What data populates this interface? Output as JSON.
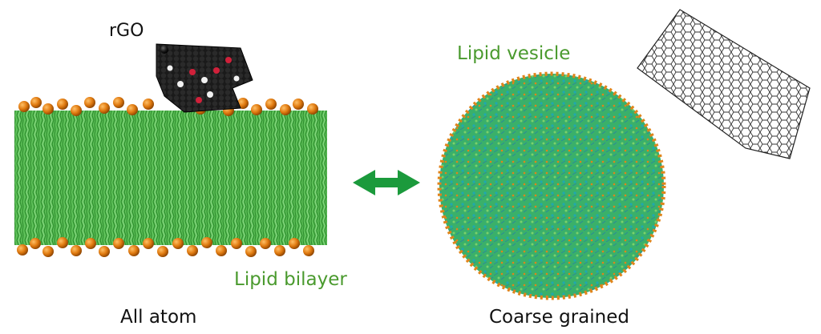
{
  "labels": {
    "rgo": "rGO",
    "lipid_vesicle": "Lipid vesicle",
    "lipid_bilayer": "Lipid bilayer",
    "all_atom": "All atom",
    "coarse_grained": "Coarse grained"
  },
  "colors": {
    "lipid_tail_green": "#3aa23a",
    "head_orange": "#e07a10",
    "rgo_black": "#1a1a1a",
    "oxygen_red": "#d0203a",
    "hydrogen_white": "#f2f2f2",
    "vesicle_teal": "#2fb2a0",
    "arrow_green": "#1b9a3c",
    "label_green": "#4a9a2e"
  },
  "icons": {
    "double_arrow": "double-headed-arrow-icon"
  }
}
